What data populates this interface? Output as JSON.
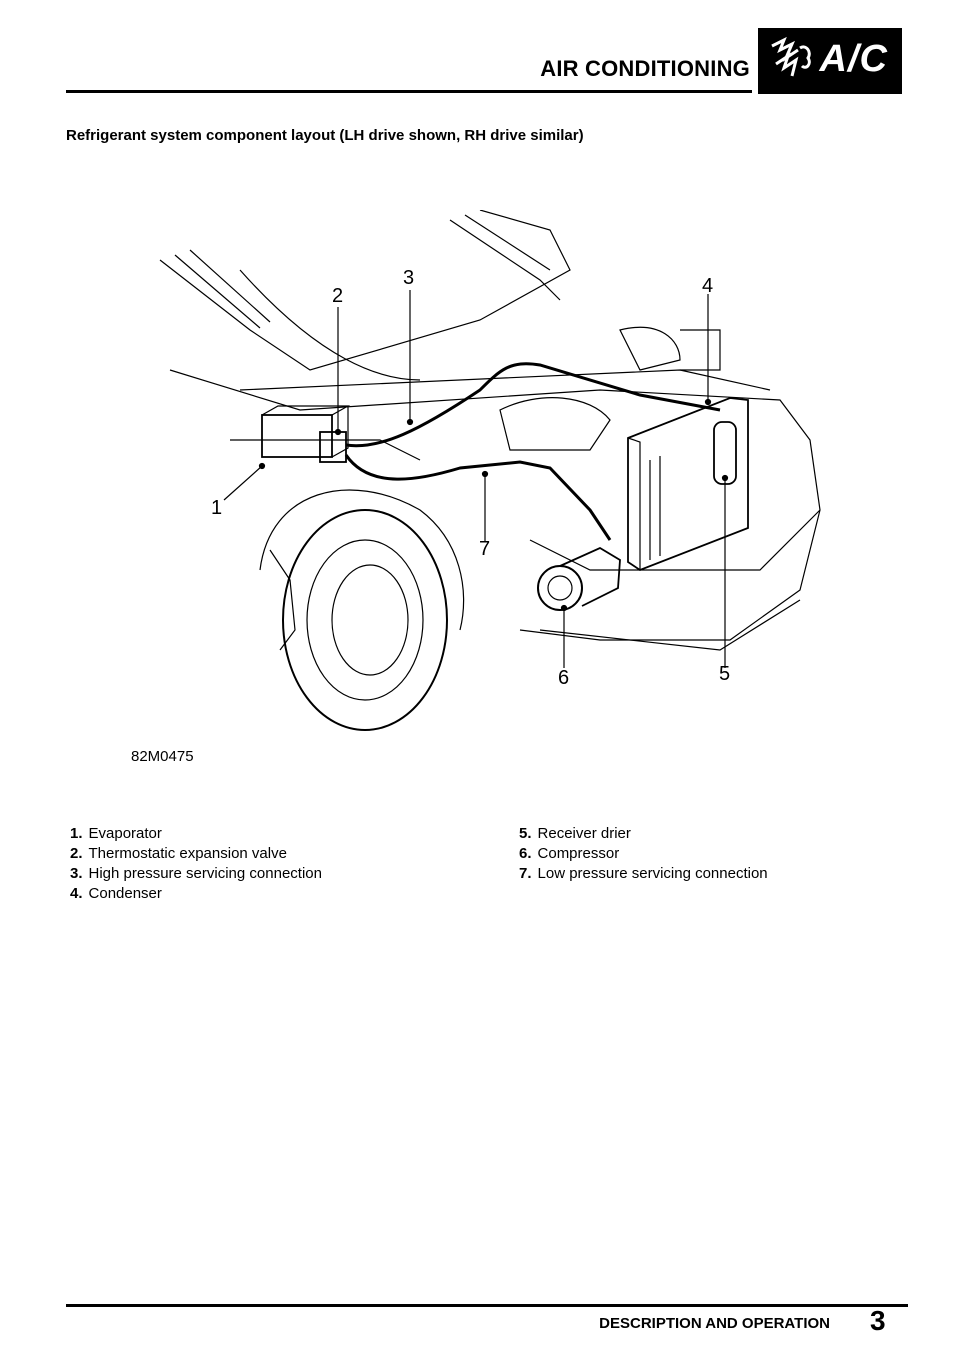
{
  "header": {
    "title": "AIR CONDITIONING",
    "logo_text": "A/C"
  },
  "caption": "Refrigerant system component layout (LH drive shown, RH drive similar)",
  "diagram": {
    "reference": "82M0475",
    "callouts": [
      "1",
      "2",
      "3",
      "4",
      "5",
      "6",
      "7"
    ]
  },
  "legend": {
    "left": [
      {
        "num": "1.",
        "label": "Evaporator"
      },
      {
        "num": "2.",
        "label": "Thermostatic expansion valve"
      },
      {
        "num": "3.",
        "label": "High pressure servicing connection"
      },
      {
        "num": "4.",
        "label": "Condenser"
      }
    ],
    "right": [
      {
        "num": "5.",
        "label": "Receiver drier"
      },
      {
        "num": "6.",
        "label": "Compressor"
      },
      {
        "num": "7.",
        "label": "Low pressure servicing connection"
      }
    ]
  },
  "footer": {
    "section": "DESCRIPTION AND OPERATION",
    "page": "3"
  }
}
